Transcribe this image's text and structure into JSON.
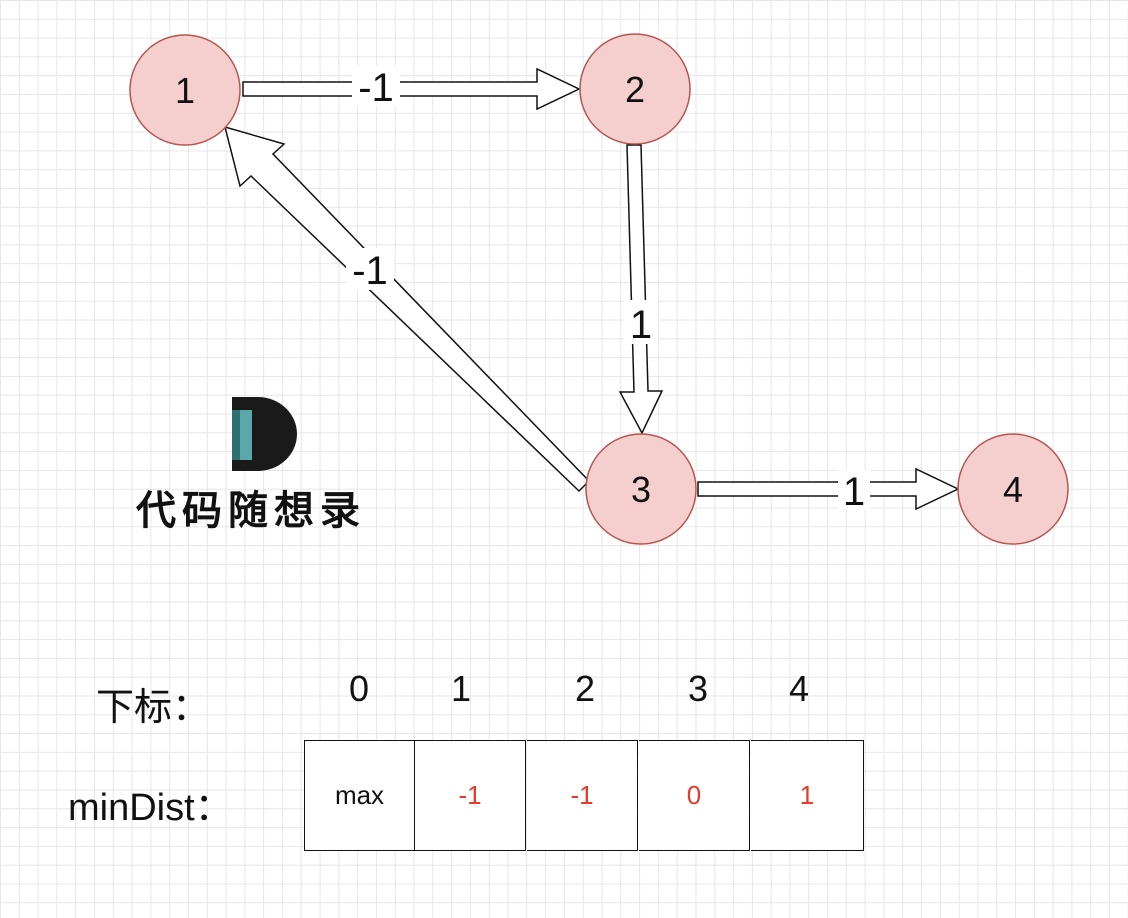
{
  "nodes": [
    {
      "id": "1",
      "label": "1"
    },
    {
      "id": "2",
      "label": "2"
    },
    {
      "id": "3",
      "label": "3"
    },
    {
      "id": "4",
      "label": "4"
    }
  ],
  "edges": [
    {
      "from": "1",
      "to": "2",
      "weight": "-1"
    },
    {
      "from": "2",
      "to": "3",
      "weight": "1"
    },
    {
      "from": "3",
      "to": "1",
      "weight": "-1"
    },
    {
      "from": "3",
      "to": "4",
      "weight": "1"
    }
  ],
  "logo": {
    "text": "代码随想录"
  },
  "table": {
    "index_label": "下标：",
    "dist_label": "minDist：",
    "indices": [
      "0",
      "1",
      "2",
      "3",
      "4"
    ],
    "values": [
      "max",
      "-1",
      "-1",
      "0",
      "1"
    ]
  },
  "colors": {
    "node_fill": "#f4cfcd",
    "node_stroke": "#b85450",
    "value_red": "#e8392a",
    "value_black": "#111111",
    "logo_teal": "#5aa9a8",
    "logo_dark": "#1a1a1a"
  }
}
